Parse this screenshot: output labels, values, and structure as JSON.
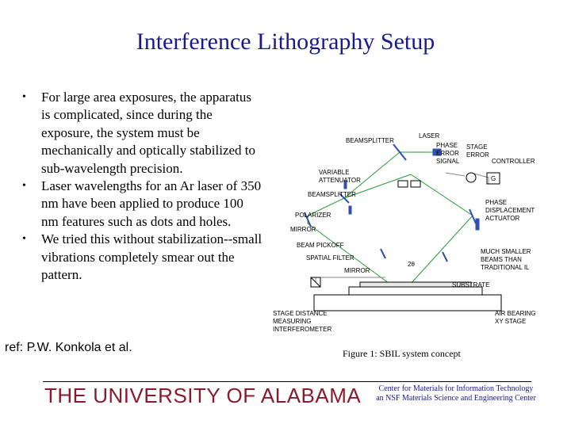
{
  "title": "Interference Lithography Setup",
  "bullets": [
    "For large area exposures, the apparatus is complicated, since during the exposure, the system must be mechanically and optically stabilized to sub-wavelength precision.",
    "Laser wavelengths for an Ar laser of 350 nm have been applied to produce 100 nm features such as dots and holes.",
    "We tried this without stabilization--small vibrations completely smear out the pattern."
  ],
  "bullet_marker": "•",
  "reference": "ref: P.W. Konkola et al.",
  "footer": {
    "university": "THE UNIVERSITY OF ALABAMA",
    "center_line1": "Center for Materials for Information Technology",
    "center_line2": "an NSF Materials Science and Engineering Center"
  },
  "figure": {
    "caption": "Figure 1: SBIL system concept",
    "labels": {
      "laser": "LASER",
      "beamsplitter_top": "BEAMSPLITTER",
      "phase_error_1": "PHASE",
      "phase_error_2": "ERROR",
      "phase_error_3": "SIGNAL",
      "stage_error_1": "STAGE",
      "stage_error_2": "ERROR",
      "controller": "CONTROLLER",
      "controller_g": "G",
      "variable_1": "VARIABLE",
      "variable_2": "ATTENUATOR",
      "beamsplitter_mid": "BEAMSPLITTER",
      "polarizer": "POLARIZER",
      "mirror_left": "MIRROR",
      "phase_disp_1": "PHASE",
      "phase_disp_2": "DISPLACEMENT",
      "phase_disp_3": "ACTUATOR",
      "beam_pickoff": "BEAM PICKOFF",
      "spatial_filter": "SPATIAL FILTER",
      "mirror_bottom": "MIRROR",
      "angle": "2θ",
      "much_smaller_1": "MUCH SMALLER",
      "much_smaller_2": "BEAMS THAN",
      "much_smaller_3": "TRADITIONAL  IL",
      "substrate": "SUBSTRATE",
      "stage_dist_1": "STAGE DISTANCE",
      "stage_dist_2": "MEASURING",
      "stage_dist_3": "INTERFEROMETER",
      "air_bearing_1": "AIR BEARING",
      "air_bearing_2": "XY STAGE"
    }
  },
  "colors": {
    "title": "#1a1a8c",
    "university": "#8a1b2e",
    "beam": "#2a9a3a",
    "optic": "#3050b0"
  }
}
